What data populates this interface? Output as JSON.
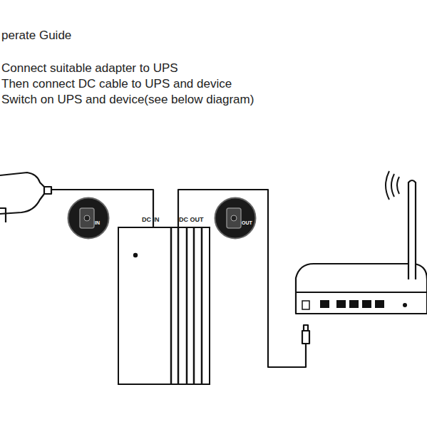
{
  "diagram": {
    "title": "perate Guide",
    "nodes": [
      {
        "text": [
          "DC IN",
          "DC OUT"
        ]
      },
      {
        "text": [
          "IN"
        ]
      },
      {
        "text": [
          "OUT"
        ]
      }
    ],
    "labels": [
      "Connect suitable adapter to UPS",
      "Then connect DC cable to UPS and device",
      "Switch on UPS and device(see below diagram)"
    ]
  }
}
